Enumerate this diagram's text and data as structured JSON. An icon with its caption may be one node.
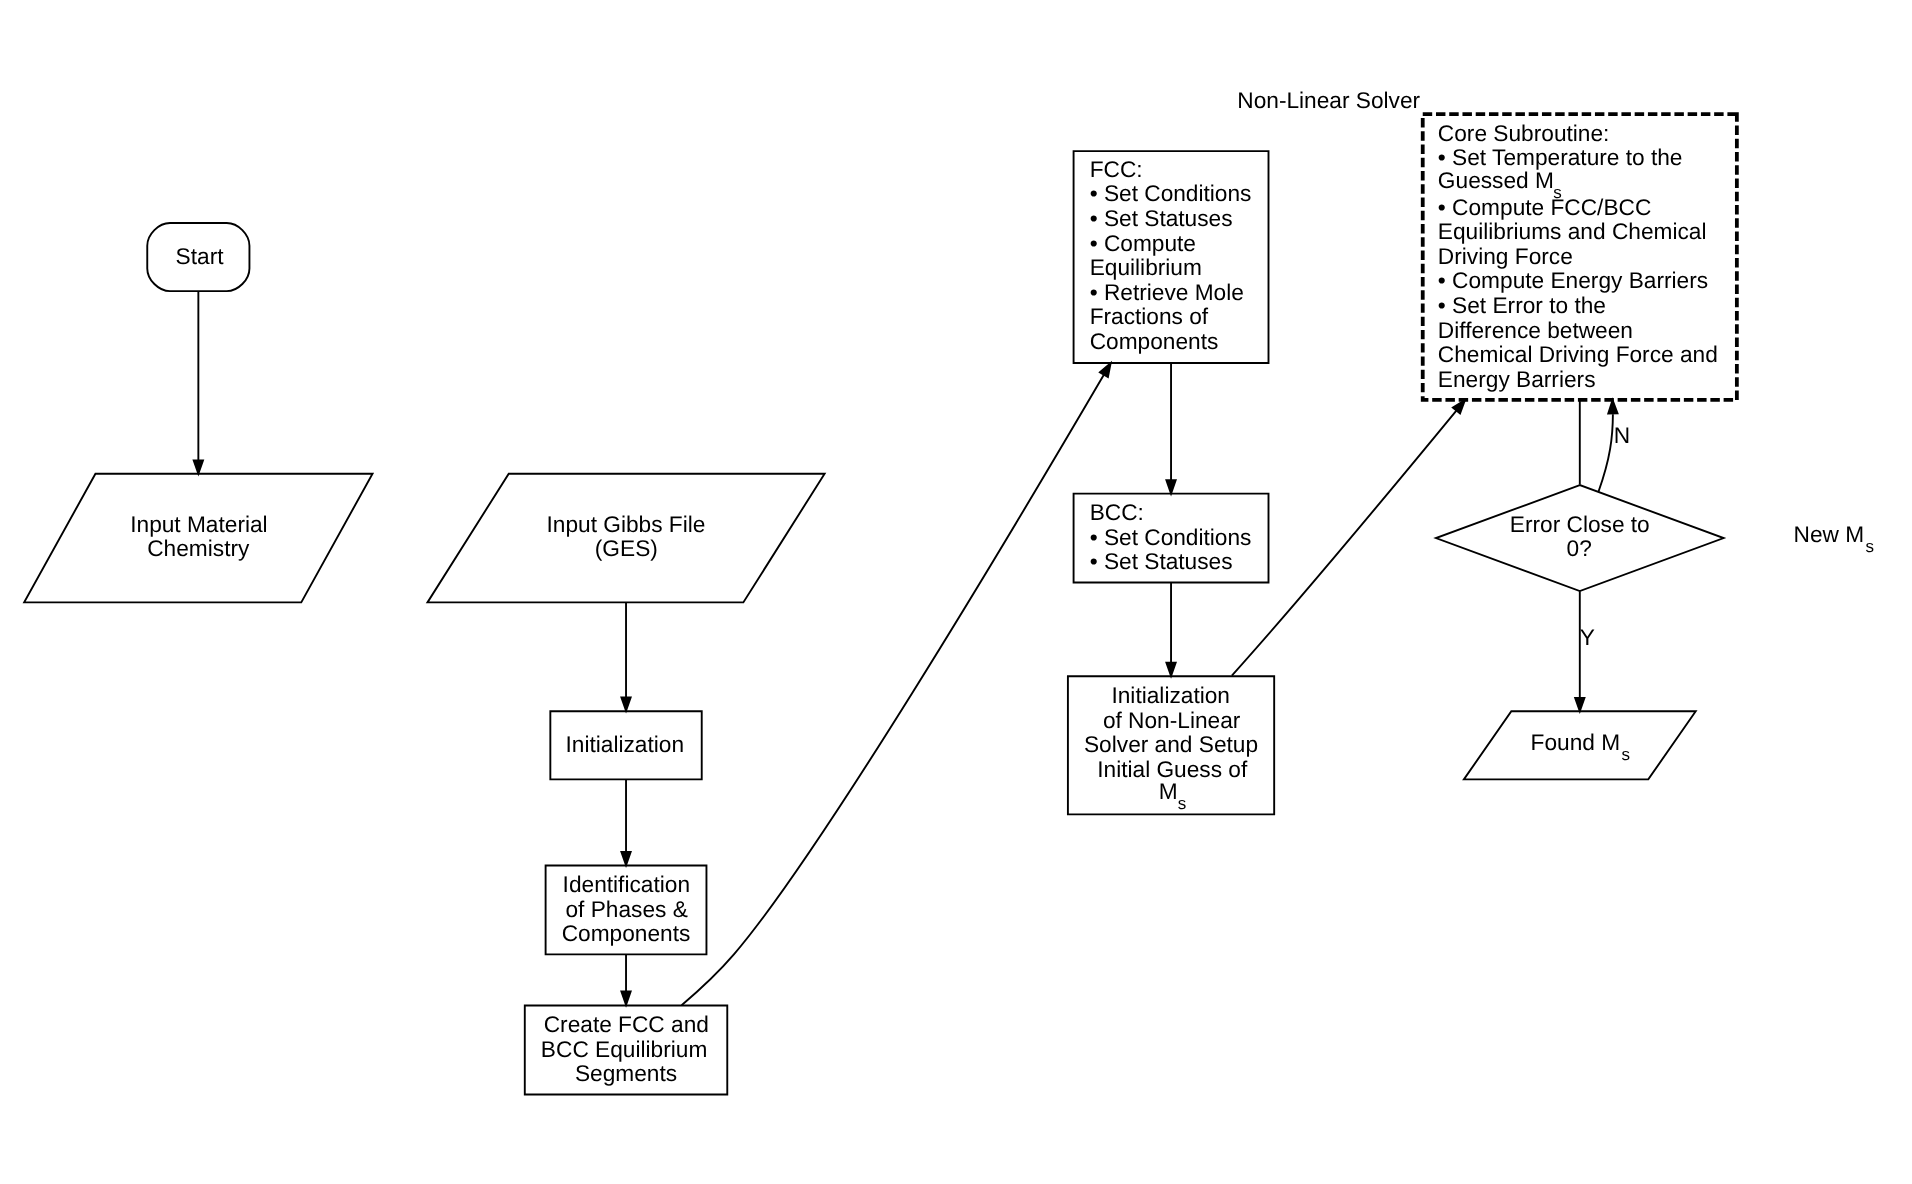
{
  "diagram": {
    "nodes": [
      {
        "text": [
          "Start"
        ]
      },
      {
        "text": [
          "Input Material Chemistry"
        ]
      },
      {
        "text": [
          "Input Gibbs File (GES)"
        ]
      },
      {
        "text": [
          "Initialization"
        ]
      },
      {
        "text": [
          "Identification of Phases & Components"
        ]
      },
      {
        "text": [
          "Create FCC and BCC Equilibrium Segments"
        ]
      },
      {
        "text": [
          "FCC:",
          "• Set Conditions",
          "• Set Statuses",
          "• Compute Equilibrium",
          "• Retrieve Mole Fractions of Components"
        ]
      },
      {
        "text": [
          "BCC:",
          "• Set Conditions",
          "• Set Statuses"
        ]
      },
      {
        "text": [
          "Initialization of Non-Linear Solver and Setup Initial Guess of M$_{s}$"
        ]
      },
      {
        "text": [
          "Core Subroutine:",
          "• Set Temperature to the Guessed M$_{s}$",
          "• Compute FCC/BCC Equilibriums and Chemical Driving Force",
          "• Compute Energy Barriers",
          "• Set Error to the Difference between Chemical Driving Force and Energy Barriers"
        ],
        "beside": [
          "Non-Linear Solver"
        ]
      },
      {
        "text": [
          "Error Close to 0?"
        ]
      },
      {
        "text": [
          "Found M$_{s}$"
        ]
      }
    ],
    "edges": [
      {
        "from": 0,
        "to": 1,
        "arrow": "to"
      },
      {
        "from": 2,
        "to": 3,
        "arrow": "to"
      },
      {
        "from": 3,
        "to": 4,
        "arrow": "to"
      },
      {
        "from": 4,
        "to": 5,
        "arrow": "to"
      },
      {
        "from": 5,
        "to": 6,
        "arrow": "to"
      },
      {
        "from": 6,
        "to": 7,
        "arrow": "to"
      },
      {
        "from": 7,
        "to": 8,
        "arrow": "to"
      },
      {
        "from": 8,
        "to": 9,
        "arrow": "to"
      },
      {
        "from": 9,
        "to": 10,
        "arrow": "none"
      },
      {
        "from": 10,
        "to": 11,
        "arrow": "to",
        "label": "Y"
      },
      {
        "from": 10,
        "to": 9,
        "arrow": "to",
        "label": "N"
      }
    ],
    "labels": [
      "New M$_{s}$"
    ]
  }
}
